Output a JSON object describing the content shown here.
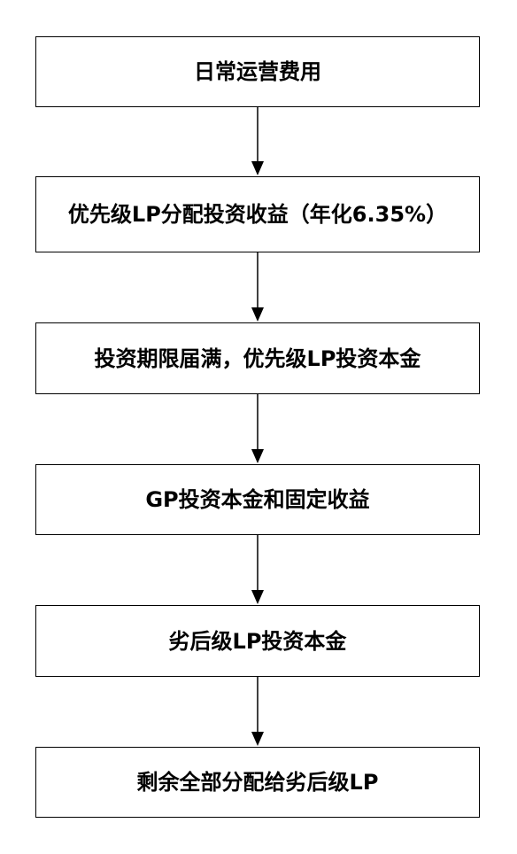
{
  "flow": {
    "steps": [
      {
        "label": "日常运营费用"
      },
      {
        "label": "优先级LP分配投资收益（年化6.35%）"
      },
      {
        "label": "投资期限届满，优先级LP投资本金"
      },
      {
        "label": "GP投资本金和固定收益"
      },
      {
        "label": "劣后级LP投资本金"
      },
      {
        "label": "剩余全部分配给劣后级LP"
      }
    ]
  },
  "colors": {
    "border": "#000000",
    "arrow": "#000000",
    "text": "#000000",
    "background": "#ffffff"
  }
}
